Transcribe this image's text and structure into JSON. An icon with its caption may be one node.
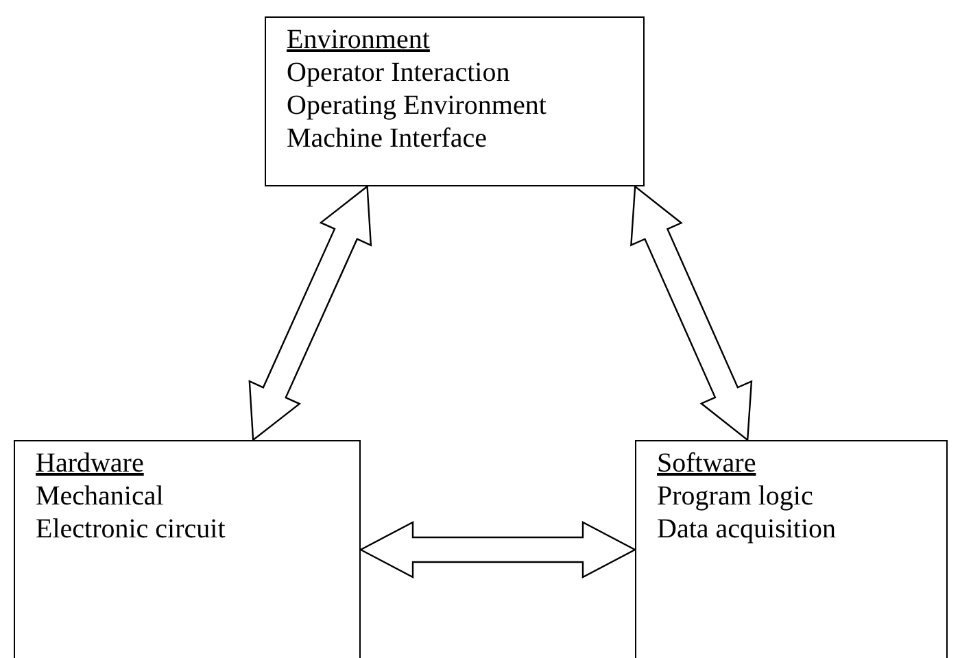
{
  "diagram": {
    "nodes": [
      {
        "text": [
          "Environment",
          "Operator Interaction",
          "Operating Environment",
          "Machine Interface"
        ]
      },
      {
        "text": [
          "Hardware",
          "Mechanical",
          "Electronic circuit"
        ]
      },
      {
        "text": [
          "Software",
          "Program logic",
          "Data acquisition"
        ]
      }
    ],
    "edges": [
      {
        "from": 0,
        "to": 1,
        "arrow": "both"
      },
      {
        "from": 0,
        "to": 2,
        "arrow": "both"
      },
      {
        "from": 1,
        "to": 2,
        "arrow": "both"
      }
    ]
  }
}
